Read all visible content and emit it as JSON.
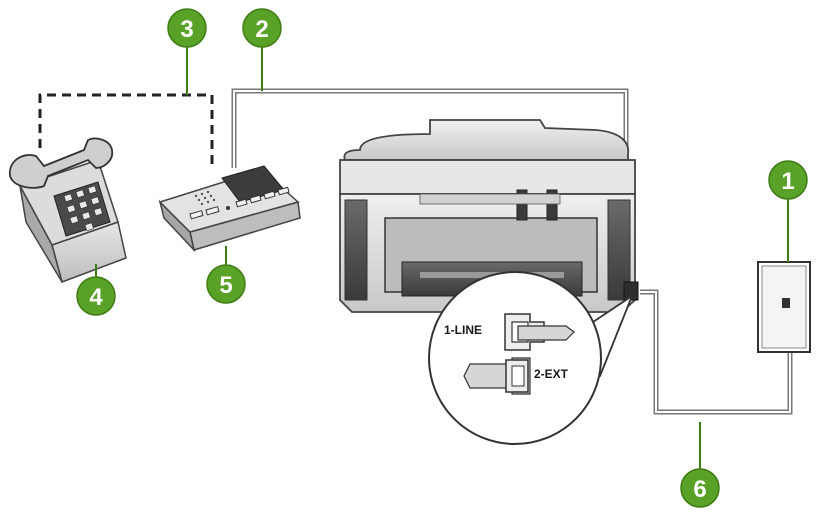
{
  "colors": {
    "callout_fill": "#5aa227",
    "callout_stroke": "#3d7d14",
    "device_gray": "#d9d9d9",
    "device_dark": "#4a4a4a",
    "cord": "#777777"
  },
  "callouts": [
    {
      "id": "1",
      "label": "1",
      "refers_to": "wall-jack"
    },
    {
      "id": "2",
      "label": "2",
      "refers_to": "phone-cord-answering-machine-to-1-line"
    },
    {
      "id": "3",
      "label": "3",
      "refers_to": "dashed-cord-phone-to-answering-machine"
    },
    {
      "id": "4",
      "label": "4",
      "refers_to": "telephone"
    },
    {
      "id": "5",
      "label": "5",
      "refers_to": "answering-machine"
    },
    {
      "id": "6",
      "label": "6",
      "refers_to": "phone-cord-wall-jack-to-1-line"
    }
  ],
  "ports": {
    "line_label": "1-LINE",
    "ext_label": "2-EXT"
  },
  "icons": [
    "telephone-icon",
    "answering-machine-icon",
    "printer-icon",
    "wall-jack-icon",
    "magnifier-inset-icon"
  ]
}
